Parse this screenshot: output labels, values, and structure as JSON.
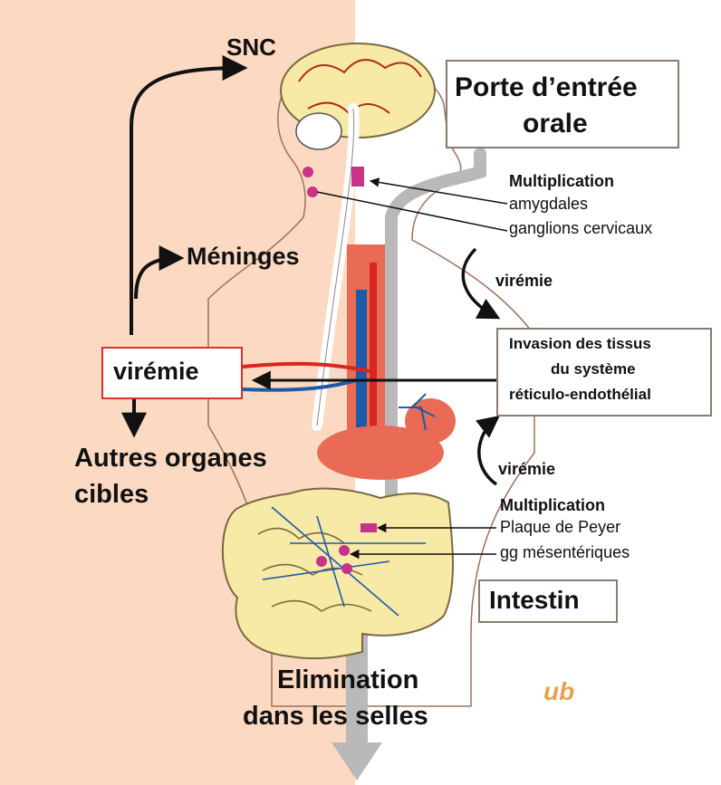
{
  "labels": {
    "snc": "SNC",
    "porte_entree_line1": "Porte d’entrée",
    "porte_entree_line2": "orale",
    "multiplication_top_title": "Multiplication",
    "amygdales": "amygdales",
    "ganglions_cervicaux": "ganglions cervicaux",
    "meninges": "Méninges",
    "viremie_right_top": "virémie",
    "viremie_box": "virémie",
    "invasion_line1": "Invasion des tissus",
    "invasion_line2": "du système",
    "invasion_line3": "réticulo-endothélial",
    "autres_organes_line1": "Autres organes",
    "autres_organes_line2": "cibles",
    "viremie_right_bottom": "virémie",
    "multiplication_bottom_title": "Multiplication",
    "plaque_peyer": "Plaque de Peyer",
    "gg_mesenteriques": "gg mésentériques",
    "intestin": "Intestin",
    "elimination_line1": "Elimination",
    "elimination_line2": "dans les selles",
    "watermark": "ub"
  },
  "colors": {
    "skin_panel": "#fbd9c2",
    "organ_yellow": "#f7e9a6",
    "organ_red": "#ea6b55",
    "vessel_blue": "#1d5aa8",
    "artery_red": "#d8261e",
    "lymph_node_magenta": "#c8338a",
    "pathway_gray": "#b9b9b9",
    "viremie_box_border": "#d9302a",
    "watermark_color": "#e8a24a"
  }
}
